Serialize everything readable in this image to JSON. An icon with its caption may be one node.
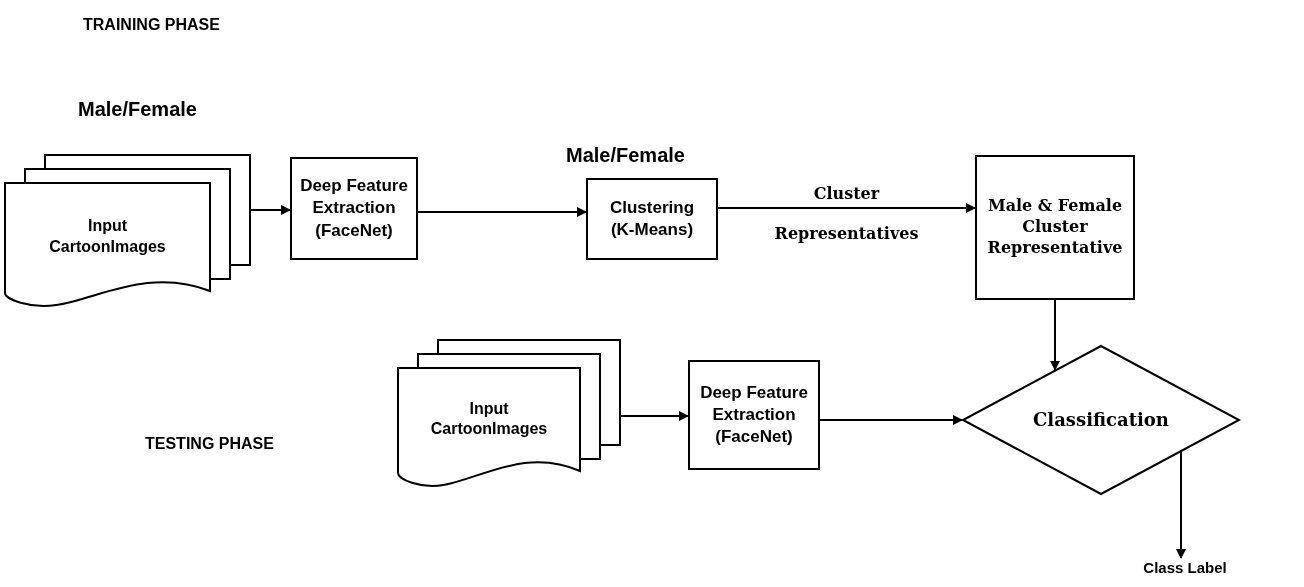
{
  "diagram": {
    "nodes": [
      {
        "text": [
          "Input CartoonImages"
        ],
        "beside": [
          "Male/Female"
        ]
      },
      {
        "text": [
          "Deep Feature Extraction (FaceNet)"
        ]
      },
      {
        "text": [
          "Clustering (K-Means)"
        ],
        "beside": [
          "Male/Female"
        ]
      },
      {
        "text": [
          "Male & Female Cluster Representative"
        ]
      },
      {
        "text": [
          "Input CartoonImages"
        ]
      },
      {
        "text": [
          "Deep Feature Extraction (FaceNet)"
        ]
      },
      {
        "text": [
          "Classification"
        ]
      },
      {
        "text": [
          "Class Label"
        ]
      }
    ],
    "edges": [
      {
        "from": 0,
        "to": 1,
        "arrow": "to"
      },
      {
        "from": 1,
        "to": 2,
        "arrow": "to"
      },
      {
        "from": 2,
        "to": 3,
        "arrow": "to",
        "label": "Cluster Representatives"
      },
      {
        "from": 3,
        "to": 6,
        "arrow": "to"
      },
      {
        "from": 4,
        "to": 5,
        "arrow": "to"
      },
      {
        "from": 5,
        "to": 6,
        "arrow": "to"
      },
      {
        "from": 6,
        "to": 7,
        "arrow": "to"
      }
    ],
    "labels": [
      "TRAINING PHASE",
      "TESTING PHASE"
    ]
  }
}
